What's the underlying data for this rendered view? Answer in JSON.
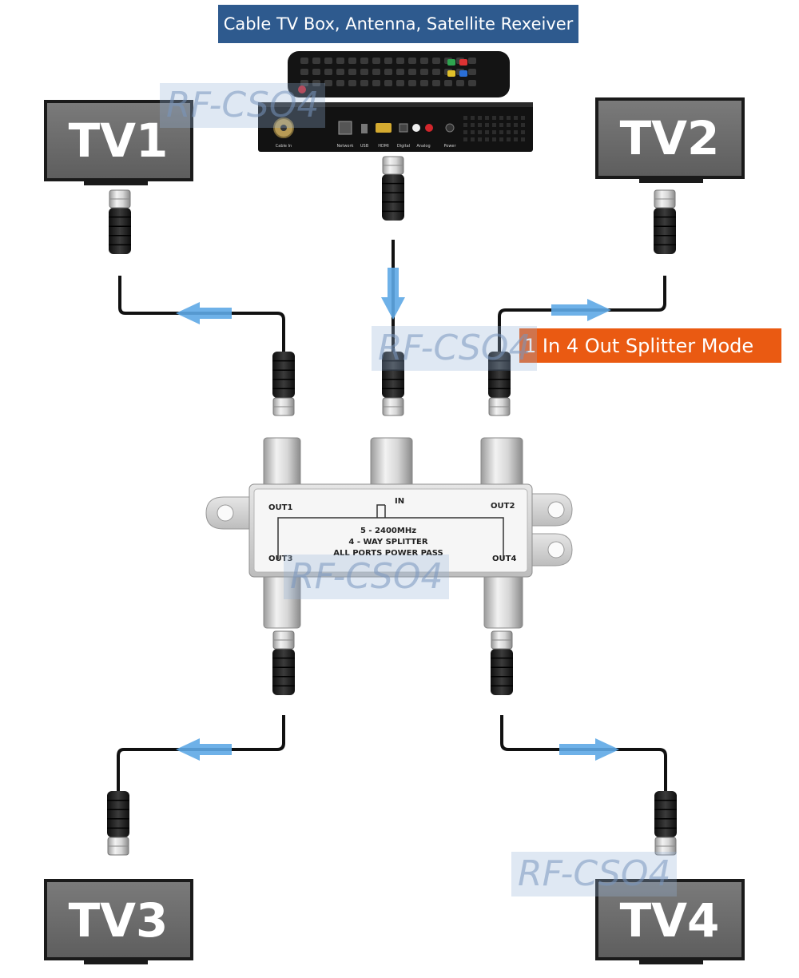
{
  "source_banner": "Cable TV Box, Antenna, Satellite Rexeiver",
  "mode_banner": "1 In 4 Out Splitter Mode",
  "watermark": "RF-CSO4",
  "tvs": [
    {
      "label": "TV1"
    },
    {
      "label": "TV2"
    },
    {
      "label": "TV3"
    },
    {
      "label": "TV4"
    }
  ],
  "box_ports": [
    "Cable In",
    "Network",
    "USB",
    "HDMI",
    "Digital",
    "Analog",
    "Power"
  ],
  "splitter": {
    "in": "IN",
    "out1": "OUT1",
    "out2": "OUT2",
    "out3": "OUT3",
    "out4": "OUT4",
    "line1": "5 - 2400MHz",
    "line2": "4 - WAY SPLITTER",
    "line3": "ALL PORTS POWER PASS"
  },
  "colors": {
    "source_banner": "#2e5a8e",
    "mode_banner": "#ea5a12",
    "arrow": "#5ea8e6",
    "tv_screen": "#6d6d6d"
  }
}
